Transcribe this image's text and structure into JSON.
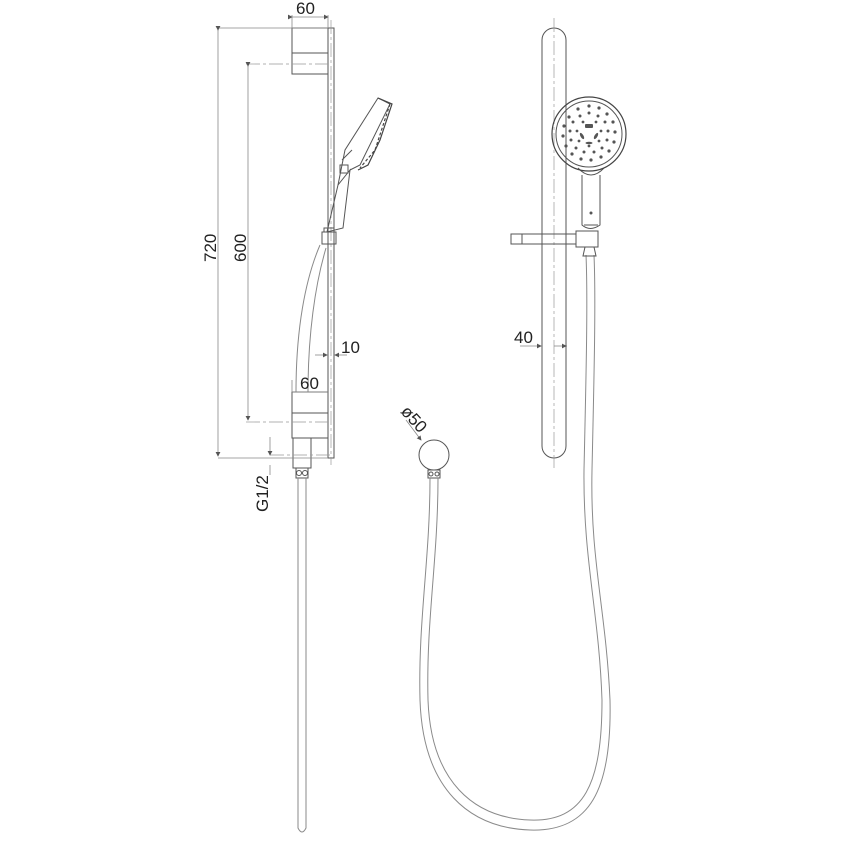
{
  "drawing": {
    "title": "Shower rail set technical drawing",
    "units": "mm",
    "line_color": "#555555",
    "background": "#ffffff"
  },
  "side_view": {
    "labels": {
      "bracket_top_width": "60",
      "overall_height": "720",
      "bracket_centers": "600",
      "rail_thickness": "10",
      "bracket_bottom_width": "60",
      "inlet_thread": "G1/2"
    }
  },
  "front_view": {
    "labels": {
      "rail_width": "40"
    }
  },
  "wall_outlet_view": {
    "labels": {
      "outlet_diameter": "ø50"
    }
  }
}
